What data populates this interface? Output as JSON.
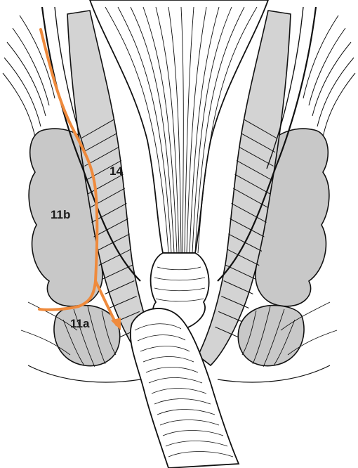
{
  "labels": {
    "l14": "14",
    "l11b": "11b",
    "l11a": "11a"
  },
  "colors": {
    "fat": "#c8c8c8",
    "muscle": "#d3d3d3",
    "line": "#111111",
    "pathway": "#ef8a3c",
    "background": "#ffffff"
  }
}
